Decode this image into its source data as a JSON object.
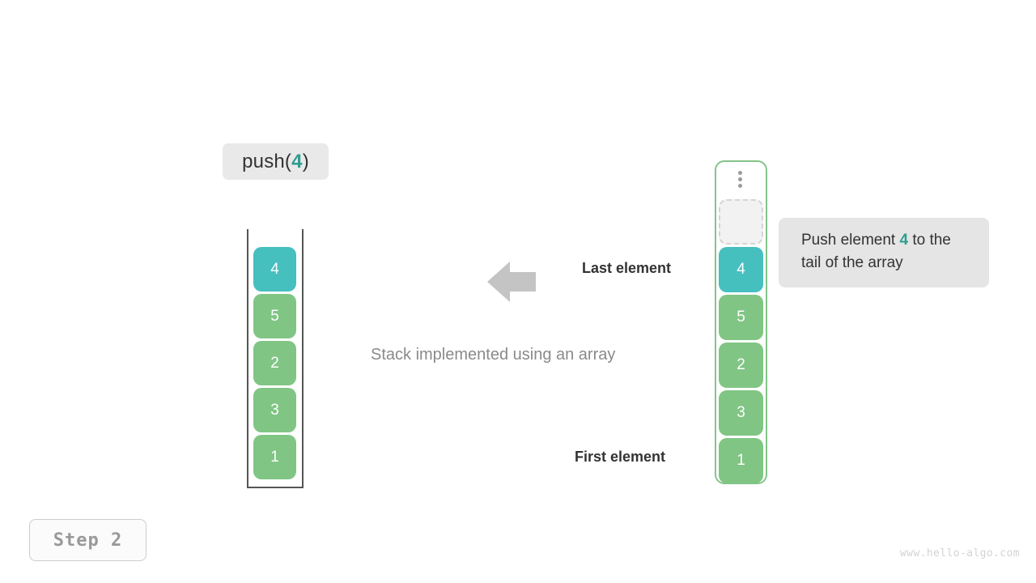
{
  "operation": {
    "prefix": "push(",
    "argument": "4",
    "suffix": ")"
  },
  "stack_panel": {
    "name": "stack-implemented-using-an-array",
    "caption": "Stack implemented using an array",
    "cells": [
      {
        "value": "4",
        "color": "teal"
      },
      {
        "value": "5",
        "color": "green"
      },
      {
        "value": "2",
        "color": "green"
      },
      {
        "value": "3",
        "color": "green"
      },
      {
        "value": "1",
        "color": "green"
      }
    ]
  },
  "annotations": {
    "last_element": "Last element",
    "first_element": "First element",
    "arrow_direction": "left"
  },
  "array_panel": {
    "ellipsis_dots": 3,
    "cells": [
      {
        "value": "",
        "color": "empty"
      },
      {
        "value": "4",
        "color": "teal"
      },
      {
        "value": "5",
        "color": "green"
      },
      {
        "value": "2",
        "color": "green"
      },
      {
        "value": "3",
        "color": "green"
      },
      {
        "value": "1",
        "color": "green"
      }
    ]
  },
  "callout": {
    "text_before": "Push element ",
    "argument": "4",
    "text_after": " to the tail of the array"
  },
  "step": {
    "label": "Step  2"
  },
  "watermark": {
    "text": "www.hello-algo.com"
  },
  "colors": {
    "teal": "#46bfbf",
    "green": "#80c584",
    "accent_text": "#2d9e8f",
    "array_border": "#84c48a",
    "stack_border": "#555555",
    "badge_bg": "#e9e9e9",
    "callout_bg": "#e5e5e5",
    "arrow": "#c4c4c4"
  }
}
